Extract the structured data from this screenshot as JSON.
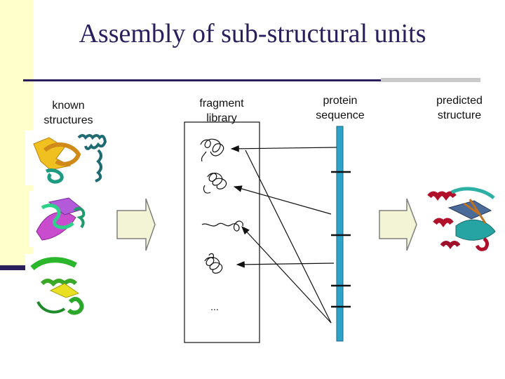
{
  "title": "Assembly of sub-structural units",
  "labels": {
    "known_structures": "known\nstructures",
    "fragment_library": "fragment\nlibrary",
    "protein_sequence": "protein\nsequence",
    "predicted_structure": "predicted\nstructure"
  },
  "fragment_ellipsis": "...",
  "colors": {
    "title": "#2b1e5c",
    "accent_band": "#ffffcc",
    "sequence_bar": "#2ea3c7",
    "block_arrow_fill": "#f3f3d6"
  }
}
